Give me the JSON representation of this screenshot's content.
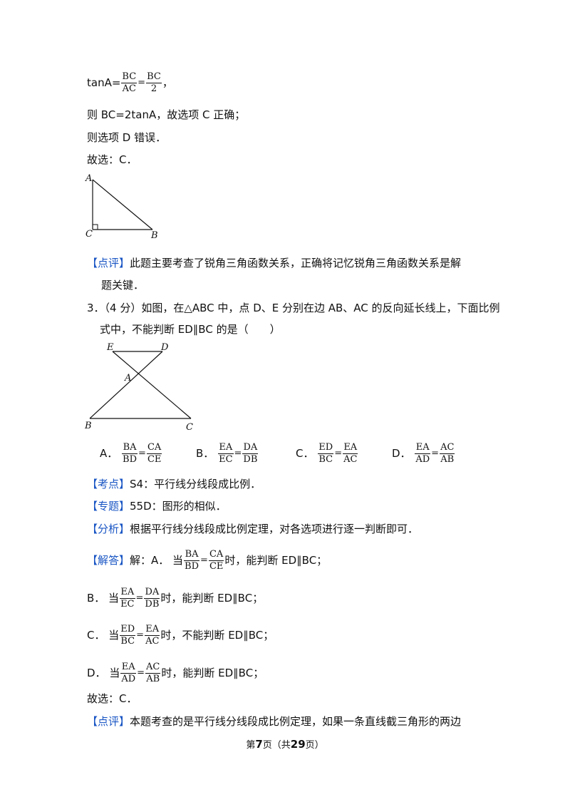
{
  "lines": {
    "tanA_prefix": "tanA=",
    "f_bc_ac": {
      "num": "BC",
      "den": "AC"
    },
    "f_bc_2": {
      "num": "BC",
      "den": "2"
    },
    "tanA_suffix": "，",
    "l2": "则 BC=2tanA，故选项 C 正确；",
    "l3": "则选项 D 错误．",
    "l4": "故选：C．"
  },
  "fig1": {
    "A": "A",
    "B": "B",
    "C": "C"
  },
  "comment1": {
    "tag": "【点评】",
    "text1": "此题主要考查了锐角三角函数关系，正确将记忆锐角三角函数关系是解",
    "text2": "题关键．"
  },
  "q3": {
    "line1": "3．（4 分）如图，在△ABC 中，点 D、E 分别在边 AB、AC 的反向延长线上，下面比例",
    "line2": "式中，不能判断 ED∥BC 的是（　　）"
  },
  "fig2": {
    "E": "E",
    "D": "D",
    "A": "A",
    "B": "B",
    "C": "C"
  },
  "options": [
    {
      "label": "A．",
      "n1": "BA",
      "d1": "BD",
      "n2": "CA",
      "d2": "CE"
    },
    {
      "label": "B．",
      "n1": "EA",
      "d1": "EC",
      "n2": "DA",
      "d2": "DB"
    },
    {
      "label": "C．",
      "n1": "ED",
      "d1": "BC",
      "n2": "EA",
      "d2": "AC"
    },
    {
      "label": "D．",
      "n1": "EA",
      "d1": "AD",
      "n2": "AC",
      "d2": "AB"
    }
  ],
  "kaodian": {
    "tag": "【考点】",
    "text": "S4：平行线分线段成比例．"
  },
  "zhuanti": {
    "tag": "【专题】",
    "text": "55D：图形的相似．"
  },
  "fenxi": {
    "tag": "【分析】",
    "text": "根据平行线分线段成比例定理，对各选项进行逐一判断即可．"
  },
  "jieda": {
    "tag": "【解答】",
    "a_prefix": "解：A．  当",
    "a_suffix": "时，能判断 ED∥BC；",
    "b_prefix": "B．  当",
    "b_suffix": "时，能判断 ED∥BC；",
    "c_prefix": "C．  当",
    "c_suffix": "时，不能判断 ED∥BC；",
    "d_prefix": "D．  当",
    "d_suffix": "时，能判断 ED∥BC；",
    "choice": "故选：C．"
  },
  "comment2": {
    "tag": "【点评】",
    "text": "本题考查的是平行线分线段成比例定理，如果一条直线截三角形的两边"
  },
  "footer": {
    "pre": "第",
    "page": "7",
    "mid": "页（共",
    "total": "29",
    "post": "页）"
  },
  "eq_sign": "=",
  "colors": {
    "bracket": "#1a56c4",
    "text": "#111111"
  }
}
